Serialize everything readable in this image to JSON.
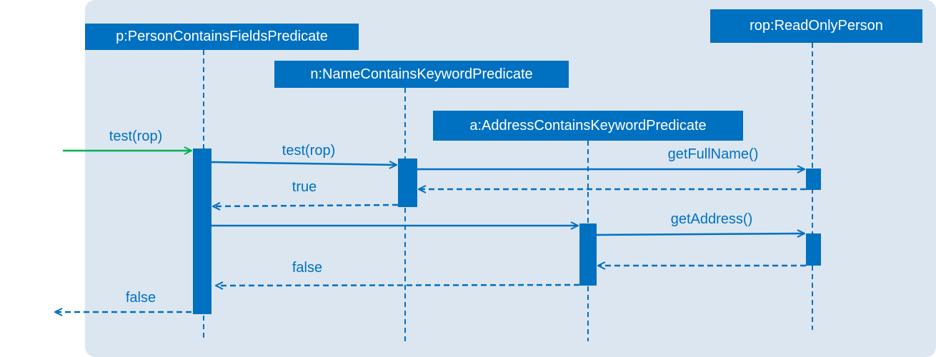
{
  "participants": {
    "p": "p:PersonContainsFieldsPredicate",
    "n": "n:NameContainsKeywordPredicate",
    "a": "a:AddressContainsKeywordPredicate",
    "rop": "rop:ReadOnlyPerson"
  },
  "messages": {
    "call_test_incoming": "test(rop)",
    "call_test_n": "test(rop)",
    "call_get_full_name": "getFullName()",
    "return_true": "true",
    "call_get_address": "getAddress()",
    "return_false_a": "false",
    "return_false_out": "false"
  },
  "colors": {
    "background": "#dce6f1",
    "primary": "#0070c0",
    "incoming_arrow": "#00b050",
    "text_on_primary": "#ffffff"
  }
}
